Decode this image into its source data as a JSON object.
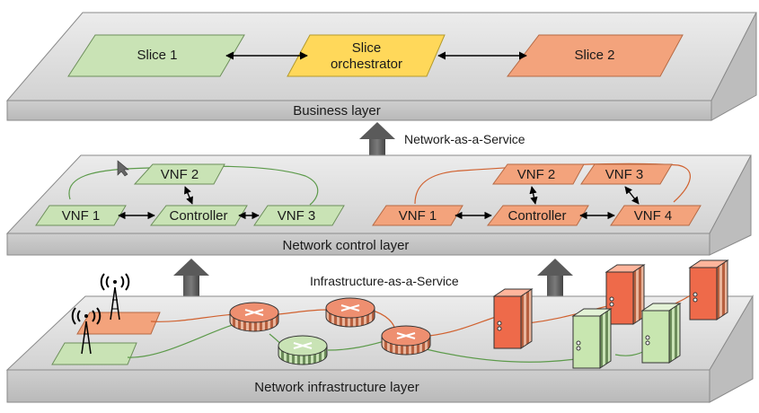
{
  "layers": {
    "business": "Business layer",
    "control": "Network control layer",
    "infrastructure": "Network infrastructure layer"
  },
  "services": {
    "naas": "Network-as-a-Service",
    "iaas": "Infrastructure-as-a-Service"
  },
  "slices": {
    "slice1": "Slice 1",
    "orchestrator_line1": "Slice",
    "orchestrator_line2": "orchestrator",
    "slice2": "Slice 2"
  },
  "green_domain": {
    "vnf1": "VNF 1",
    "vnf2": "VNF 2",
    "vnf3": "VNF 3",
    "controller": "Controller"
  },
  "orange_domain": {
    "vnf1": "VNF 1",
    "vnf2": "VNF 2",
    "vnf3": "VNF 3",
    "vnf4": "VNF 4",
    "controller": "Controller"
  },
  "colors": {
    "green": "#c9e3b5",
    "orange": "#f3a37c",
    "yellow": "#ffd85a",
    "layer": "#d6d6d6",
    "server_red": "#ee6a4a",
    "server_green": "#c8e6b0"
  }
}
